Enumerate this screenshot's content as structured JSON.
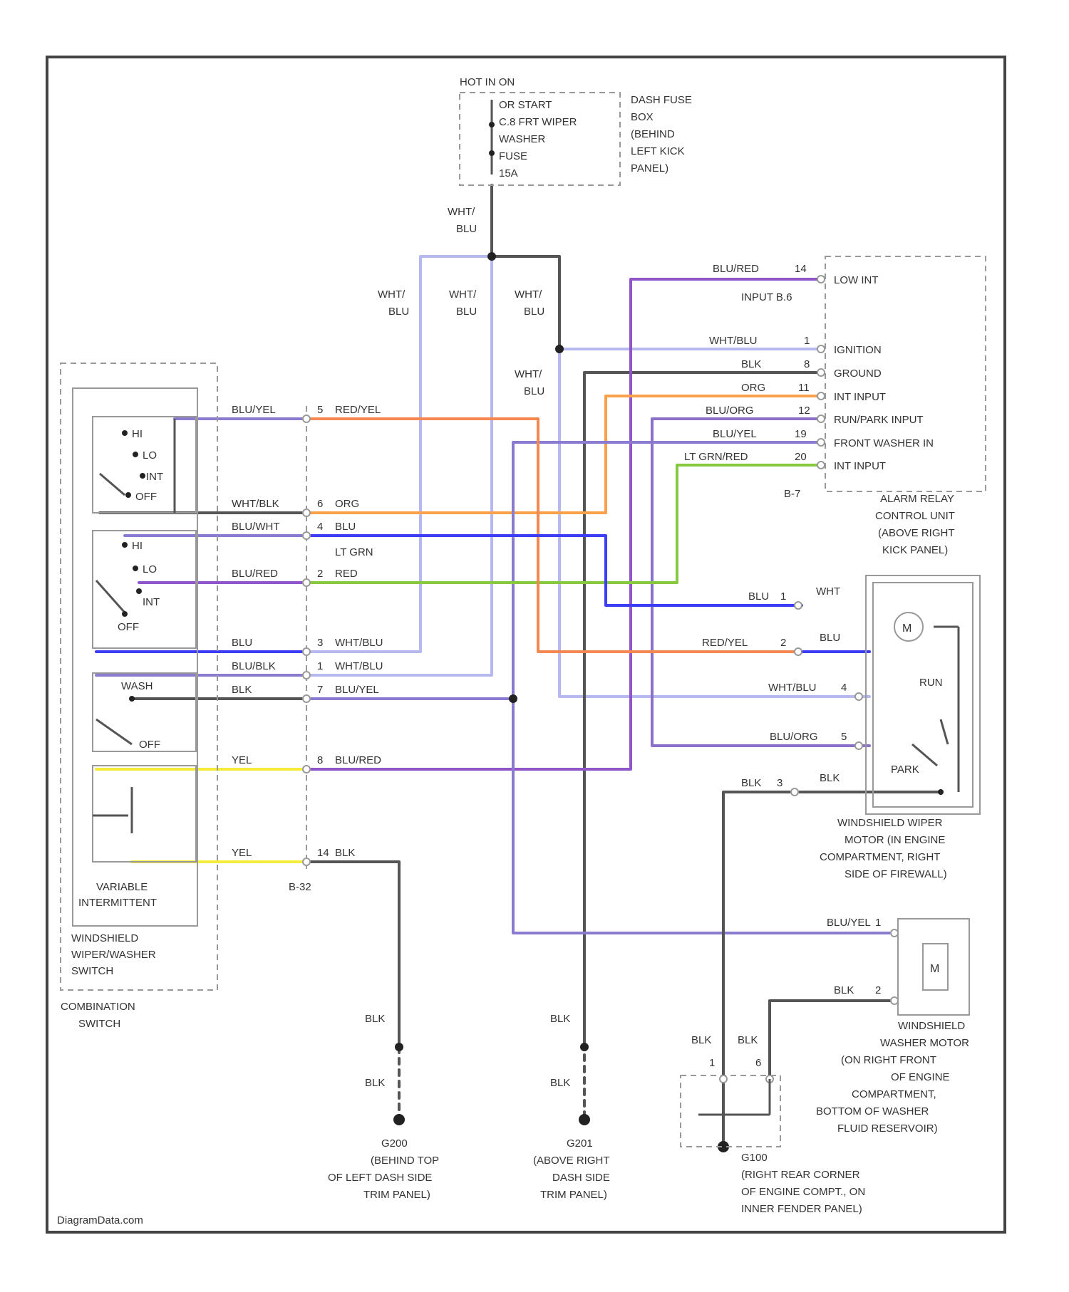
{
  "hot": {
    "title": "HOT IN ON",
    "fuse_lines": [
      "OR START",
      "C.8 FRT WIPER",
      "WASHER",
      "FUSE",
      "15A"
    ],
    "box_lines": [
      "DASH FUSE",
      "BOX",
      "(BEHIND",
      "LEFT KICK",
      "PANEL)"
    ]
  },
  "feed": {
    "label1": "WHT/",
    "label2": "BLU"
  },
  "relay": {
    "top_wire": "BLU/RED",
    "top_pin": "14",
    "input_label": "INPUT B.6",
    "pins": [
      {
        "wire": "WHT/BLU",
        "num": "1",
        "name": "IGNITION"
      },
      {
        "wire": "BLK",
        "num": "8",
        "name": "GROUND"
      },
      {
        "wire": "ORG",
        "num": "11",
        "name": "INT INPUT"
      },
      {
        "wire": "BLU/ORG",
        "num": "12",
        "name": "RUN/PARK INPUT"
      },
      {
        "wire": "BLU/YEL",
        "num": "19",
        "name": "FRONT WASHER IN"
      },
      {
        "wire": "LT GRN/RED",
        "num": "20",
        "name": "INT INPUT"
      }
    ],
    "low_int": "LOW INT",
    "connector": "B-7",
    "name_lines": [
      "ALARM RELAY",
      "CONTROL UNIT",
      "(ABOVE RIGHT",
      "KICK PANEL)"
    ]
  },
  "switch": {
    "positions_a": [
      "HI",
      "LO",
      "INT",
      "OFF"
    ],
    "positions_b": [
      "HI",
      "LO",
      "INT",
      "OFF"
    ],
    "wash": [
      "WASH",
      "OFF"
    ],
    "variable": [
      "VARIABLE",
      "INTERMITTENT"
    ],
    "wiper_washer": [
      "WINDSHIELD",
      "WIPER/WASHER",
      "SWITCH"
    ],
    "combination": [
      "COMBINATION",
      "SWITCH"
    ],
    "connector": "B-32",
    "rows": [
      {
        "left": "BLU/YEL",
        "pin": "5",
        "right": "RED/YEL"
      },
      {
        "left": "WHT/BLK",
        "pin": "6",
        "right": "ORG"
      },
      {
        "left": "BLU/WHT",
        "pin": "4",
        "right": "BLU"
      },
      {
        "left": "BLU/RED",
        "pin": "2",
        "right": "RED",
        "extra": "LT GRN"
      },
      {
        "left": "BLU",
        "pin": "3",
        "right": "WHT/BLU"
      },
      {
        "left": "BLU/BLK",
        "pin": "1",
        "right": "WHT/BLU"
      },
      {
        "left": "BLK",
        "pin": "7",
        "right": "BLU/YEL"
      },
      {
        "left": "YEL",
        "pin": "8",
        "right": "BLU/RED"
      },
      {
        "left": "YEL",
        "pin": "14",
        "right": "BLK"
      }
    ]
  },
  "motor": {
    "rows": [
      {
        "wire": "BLU",
        "num": "1",
        "out": "WHT"
      },
      {
        "wire": "RED/YEL",
        "num": "2",
        "out": "BLU"
      },
      {
        "wire": "WHT/BLU",
        "num": "4",
        "out": "RUN"
      },
      {
        "wire": "BLU/ORG",
        "num": "5",
        "out": "PARK"
      },
      {
        "wire": "BLK",
        "num": "3",
        "out": "BLK"
      }
    ],
    "symbol": "M",
    "name_lines": [
      "WINDSHIELD WIPER",
      "MOTOR (IN ENGINE",
      "COMPARTMENT, RIGHT",
      "SIDE OF FIREWALL)"
    ]
  },
  "washer": {
    "rows": [
      {
        "wire": "BLU/YEL",
        "num": "1"
      },
      {
        "wire": "BLK",
        "num": "2"
      }
    ],
    "symbol": "M",
    "name_lines": [
      "WINDSHIELD",
      "WASHER MOTOR",
      "(ON RIGHT FRONT",
      "OF ENGINE",
      "COMPARTMENT,",
      "BOTTOM OF WASHER",
      "FLUID RESERVOIR)"
    ]
  },
  "grounds": {
    "g1": {
      "labels": [
        "BLK",
        "BLK"
      ],
      "lines": [
        "G200",
        "(BEHIND TOP",
        "OF LEFT DASH SIDE",
        "TRIM PANEL)"
      ]
    },
    "g2": {
      "labels": [
        "BLK",
        "BLK"
      ],
      "lines": [
        "G201",
        "(ABOVE RIGHT",
        "DASH SIDE",
        "TRIM PANEL)"
      ]
    },
    "g3": {
      "labels": [
        "BLK",
        "BLK"
      ],
      "pins": [
        "1",
        "6"
      ],
      "lines": [
        "G100",
        "(RIGHT REAR CORNER",
        "OF ENGINE COMPT., ON",
        "INNER FENDER PANEL)"
      ]
    }
  },
  "footer": "DiagramData.com",
  "colors": {
    "wht_blu": "#b8b8f0",
    "blu": "#3d3df5",
    "blu_red": "#9055c8",
    "blu_yel": "#8a7bd0",
    "blu_org": "#8a70c8",
    "orange": "#f9a04a",
    "red_yel": "#f58850",
    "green": "#86c83e",
    "yellow": "#f4ec3a",
    "black": "#555555"
  }
}
